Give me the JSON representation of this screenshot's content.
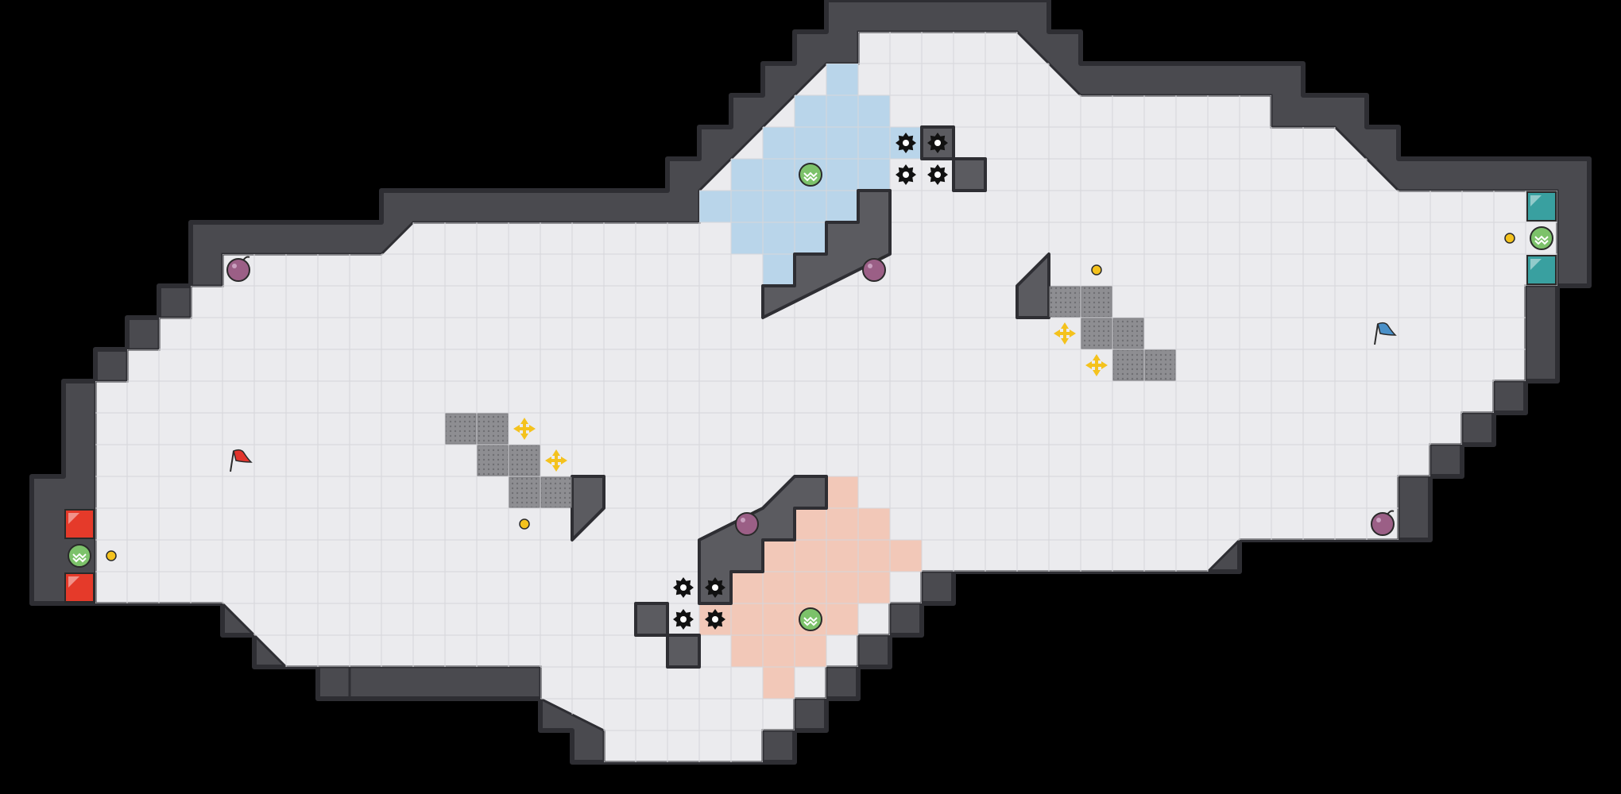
{
  "game": {
    "map_name": "",
    "colors": {
      "background": "#000000",
      "wall_outer": "#4a4a4f",
      "wall_edge": "#2e2e33",
      "wall_inner": "#5b5b60",
      "floor": "#ebebee",
      "floor_line": "#d6d6da",
      "zone_blue": "#b9d5ea",
      "zone_red": "#f2c8b8",
      "block": "#8e8e92",
      "boost": "#f4c21d",
      "coin": "#f4c21d",
      "bomb": "#9b5f86",
      "powerup": "#7cc26a",
      "gate_red": "#e53a2a",
      "gate_teal": "#39a0a0",
      "flag_red": "#e2342c",
      "flag_blue": "#4a90c8"
    },
    "bases": [
      {
        "team": "red",
        "gate_icon": "red-gate-icon",
        "powerup_icon": "powerup-icon"
      },
      {
        "team": "blue",
        "gate_icon": "teal-gate-icon",
        "powerup_icon": "powerup-icon"
      }
    ],
    "items": [
      {
        "type": "flag",
        "team": "red",
        "icon": "red-flag-icon"
      },
      {
        "type": "flag",
        "team": "blue",
        "icon": "blue-flag-icon"
      },
      {
        "type": "bomb",
        "icon": "bomb-icon"
      },
      {
        "type": "spike",
        "icon": "spike-icon"
      },
      {
        "type": "boost",
        "icon": "boost-icon"
      },
      {
        "type": "coin",
        "icon": "coin-icon"
      },
      {
        "type": "powerup",
        "icon": "powerup-icon"
      }
    ]
  }
}
